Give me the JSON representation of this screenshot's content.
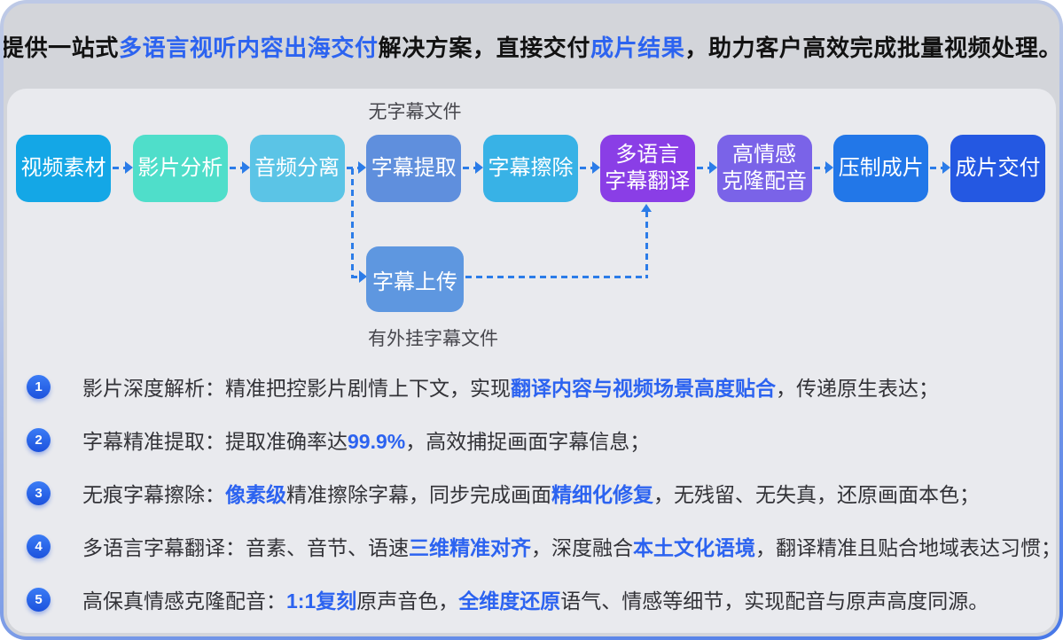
{
  "theme": {
    "card_border_top": "#bdc9e6",
    "card_border_bottom": "#4677e8",
    "header_bg": "#d3d5da",
    "panel_bg": "#e9eaee",
    "accent_blue": "#2c63f0",
    "text_dark": "#121212",
    "arrow_blue": "#2b7ce8"
  },
  "header": {
    "segments": [
      {
        "text": "提供一站式",
        "highlight": false
      },
      {
        "text": "多语言视听内容出海交付",
        "highlight": true
      },
      {
        "text": "解决方案，直接交付",
        "highlight": false
      },
      {
        "text": "成片结果",
        "highlight": true
      },
      {
        "text": "，助力客户高效完成批量视频处理。",
        "highlight": false
      }
    ]
  },
  "flow": {
    "steps": [
      {
        "lines": [
          "视频素材"
        ],
        "color": "#14a7e6"
      },
      {
        "lines": [
          "影片分析"
        ],
        "color": "#4fdeca"
      },
      {
        "lines": [
          "音频分离"
        ],
        "color": "#5bc4e6"
      },
      {
        "lines": [
          "字幕提取"
        ],
        "color": "#5f8fdd"
      },
      {
        "lines": [
          "字幕擦除"
        ],
        "color": "#38b2e6"
      },
      {
        "lines": [
          "多语言",
          "字幕翻译"
        ],
        "color": "#8a3ee6"
      },
      {
        "lines": [
          "高情感",
          "克隆配音"
        ],
        "color": "#7a63e8"
      },
      {
        "lines": [
          "压制成片"
        ],
        "color": "#2277e8"
      },
      {
        "lines": [
          "成片交付"
        ],
        "color": "#2458e2"
      }
    ],
    "branch_step": {
      "label": "字幕上传",
      "color": "#5e97e0"
    },
    "label_top": "无字幕文件",
    "label_bottom": "有外挂字幕文件"
  },
  "features": [
    {
      "number": "1",
      "segments": [
        {
          "text": "影片深度解析：精准把控影片剧情上下文，实现",
          "highlight": false
        },
        {
          "text": "翻译内容与视频场景高度贴合",
          "highlight": true
        },
        {
          "text": "，传递原生表达；",
          "highlight": false
        }
      ]
    },
    {
      "number": "2",
      "segments": [
        {
          "text": "字幕精准提取：提取准确率达",
          "highlight": false
        },
        {
          "text": "99.9%",
          "highlight": true
        },
        {
          "text": "，高效捕捉画面字幕信息；",
          "highlight": false
        }
      ]
    },
    {
      "number": "3",
      "segments": [
        {
          "text": "无痕字幕擦除：",
          "highlight": false
        },
        {
          "text": "像素级",
          "highlight": true
        },
        {
          "text": "精准擦除字幕，同步完成画面",
          "highlight": false
        },
        {
          "text": "精细化修复",
          "highlight": true
        },
        {
          "text": "，无残留、无失真，还原画面本色；",
          "highlight": false
        }
      ]
    },
    {
      "number": "4",
      "segments": [
        {
          "text": "多语言字幕翻译：音素、音节、语速",
          "highlight": false
        },
        {
          "text": "三维精准对齐",
          "highlight": true
        },
        {
          "text": "，深度融合",
          "highlight": false
        },
        {
          "text": "本土文化语境",
          "highlight": true
        },
        {
          "text": "，翻译精准且贴合地域表达习惯；",
          "highlight": false
        }
      ]
    },
    {
      "number": "5",
      "segments": [
        {
          "text": "高保真情感克隆配音：",
          "highlight": false
        },
        {
          "text": "1:1复刻",
          "highlight": true
        },
        {
          "text": "原声音色，",
          "highlight": false
        },
        {
          "text": "全维度还原",
          "highlight": true
        },
        {
          "text": "语气、情感等细节，实现配音与原声高度同源。",
          "highlight": false
        }
      ]
    }
  ]
}
